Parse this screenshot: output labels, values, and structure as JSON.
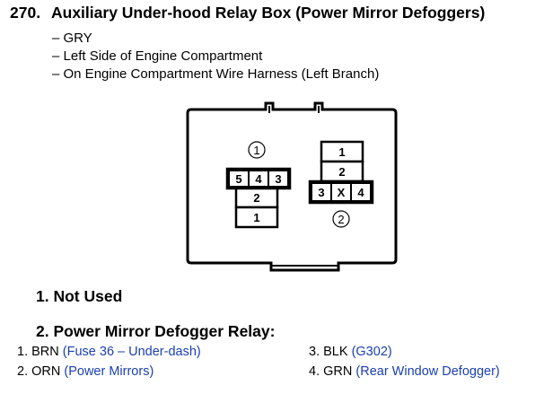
{
  "title": {
    "number": "270.",
    "text": "Auxiliary Under-hood Relay Box (Power Mirror Defoggers)"
  },
  "subtitles": [
    "– GRY",
    "– Left Side of Engine Compartment",
    "– On Engine Compartment Wire Harness (Left Branch)"
  ],
  "diagram": {
    "connector1": {
      "label": "1",
      "cells": [
        "5",
        "4",
        "3",
        "2",
        "1"
      ]
    },
    "connector2": {
      "label": "2",
      "cells": [
        "1",
        "2",
        "3",
        "X",
        "4"
      ]
    }
  },
  "sections": [
    {
      "heading": "1. Not Used"
    },
    {
      "heading": "2. Power Mirror Defogger Relay:"
    }
  ],
  "pins": [
    {
      "num": "1.",
      "color": "BRN",
      "desc": "(Fuse 36 – Under-dash)"
    },
    {
      "num": "2.",
      "color": "ORN",
      "desc": "(Power Mirrors)"
    },
    {
      "num": "3.",
      "color": "BLK",
      "desc": "(G302)"
    },
    {
      "num": "4.",
      "color": "GRN",
      "desc": "(Rear Window Defogger)"
    }
  ],
  "colors": {
    "description_text": "#1a3fb0"
  }
}
